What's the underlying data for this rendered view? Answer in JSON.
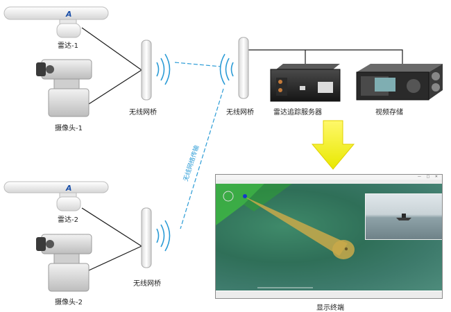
{
  "labels": {
    "radar1": "雷达-1",
    "camera1": "摄像头-1",
    "bridge_left_top": "无线网桥",
    "bridge_right": "无线网桥",
    "server": "雷达追踪服务器",
    "storage": "视频存储",
    "link": "无线网络传输",
    "radar2": "雷达-2",
    "camera2": "摄像头-2",
    "bridge_left_bottom": "无线网桥",
    "display": "显示终端"
  },
  "colors": {
    "wireless_link": "#2a9bd6",
    "arrow": "#f2f200",
    "wire": "#1a1a1a",
    "radar_beam": "#c9a94a",
    "target_marker": "#1538c8"
  },
  "icons": {
    "radar": "radar-antenna-icon",
    "camera": "ptz-camera-icon",
    "bridge": "wireless-bridge-icon",
    "server": "server-box-icon",
    "storage": "nvr-storage-icon",
    "arrow": "down-arrow-icon"
  }
}
